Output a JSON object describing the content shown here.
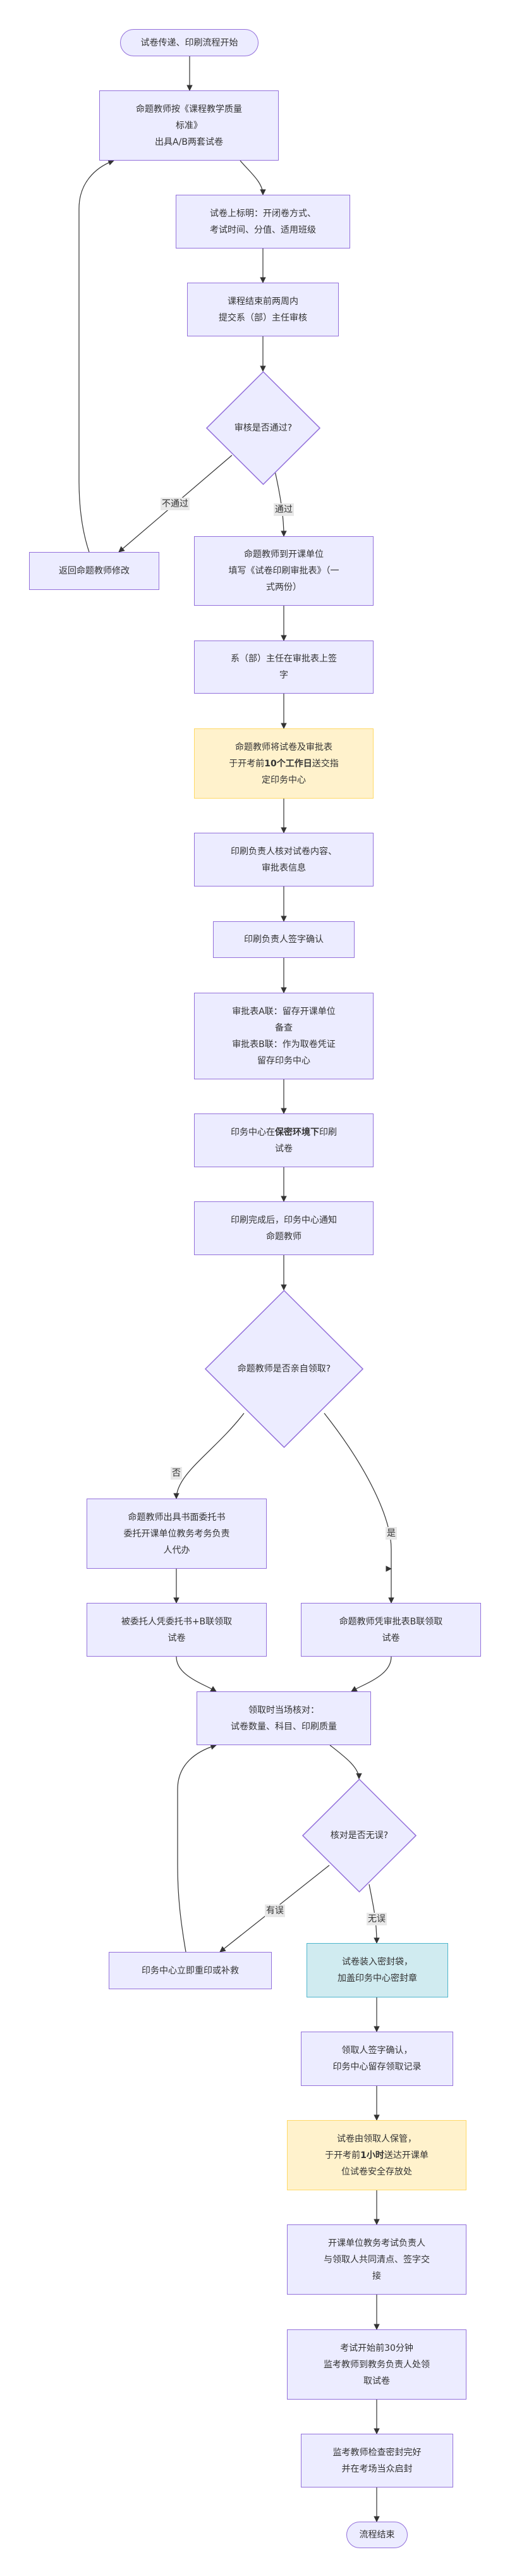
{
  "colors": {
    "node_fill": "#ececff",
    "node_border": "#9370db",
    "highlight_fill": "#fff2cc",
    "highlight_border": "#ffd966",
    "seal_fill": "#d0ebf0",
    "seal_border": "#4fb6cc",
    "edge": "#333333",
    "label_bg": "#e8e8e8"
  },
  "nodes": {
    "start": {
      "lines": [
        "试卷传递、印刷流程开始"
      ]
    },
    "a": {
      "lines": [
        "命题教师按《课程教学质量",
        "标准》",
        "出具A/B两套试卷"
      ]
    },
    "b": {
      "lines": [
        "试卷上标明：开闭卷方式、",
        "考试时间、分值、适用班级"
      ]
    },
    "c": {
      "lines": [
        "课程结束前两周内",
        "提交系（部）主任审核"
      ]
    },
    "d1": {
      "lines": [
        "审核是否通过?"
      ]
    },
    "ret": {
      "lines": [
        "返回命题教师修改"
      ]
    },
    "d": {
      "lines": [
        "命题教师到开课单位",
        "填写《试卷印刷审批表》（一",
        "式两份）"
      ]
    },
    "e": {
      "lines": [
        "系（部）主任在审批表上签",
        "字"
      ]
    },
    "f": {
      "lines": [
        "命题教师将试卷及审批表",
        {
          "pre": "于开考前",
          "bold": "10个工作日",
          "post": "送交指"
        },
        "定印务中心"
      ]
    },
    "g": {
      "lines": [
        "印刷负责人核对试卷内容、",
        "审批表信息"
      ]
    },
    "h": {
      "lines": [
        "印刷负责人签字确认"
      ]
    },
    "i": {
      "lines": [
        "审批表A联：留存开课单位",
        "备查",
        "审批表B联：作为取卷凭证",
        "留存印务中心"
      ]
    },
    "j": {
      "lines": [
        {
          "pre": "印务中心在",
          "bold": "保密环境下",
          "post": "印刷"
        },
        "试卷"
      ]
    },
    "k": {
      "lines": [
        "印刷完成后，印务中心通知",
        "命题教师"
      ]
    },
    "d2": {
      "lines": [
        "命题教师是否亲自领取?"
      ]
    },
    "l": {
      "lines": [
        "命题教师出具书面委托书",
        "委托开课单位教务考务负责",
        "人代办"
      ]
    },
    "m": {
      "lines": [
        "被委托人凭委托书+B联领取",
        "试卷"
      ]
    },
    "n": {
      "lines": [
        "命题教师凭审批表B联领取",
        "试卷"
      ]
    },
    "o": {
      "lines": [
        "领取时当场核对：",
        "试卷数量、科目、印刷质量"
      ]
    },
    "d3": {
      "lines": [
        "核对是否无误?"
      ]
    },
    "p": {
      "lines": [
        "印务中心立即重印或补救"
      ]
    },
    "q": {
      "lines": [
        "试卷装入密封袋，",
        "加盖印务中心密封章"
      ]
    },
    "r": {
      "lines": [
        "领取人签字确认，",
        "印务中心留存领取记录"
      ]
    },
    "s": {
      "lines": [
        "试卷由领取人保管，",
        {
          "pre": "于开考前",
          "bold": "1小时",
          "post": "送达开课单"
        },
        "位试卷安全存放处"
      ]
    },
    "t": {
      "lines": [
        "开课单位教务考试负责人",
        "与领取人共同清点、签字交",
        "接"
      ]
    },
    "u": {
      "lines": [
        "考试开始前30分钟",
        "监考教师到教务负责人处领",
        "取试卷"
      ]
    },
    "v": {
      "lines": [
        "监考教师检查密封完好",
        "并在考场当众启封"
      ]
    },
    "end": {
      "lines": [
        "流程结束"
      ]
    }
  },
  "edge_labels": {
    "fail": "不通过",
    "pass": "通过",
    "no": "否",
    "yes": "是",
    "error": "有误",
    "ok": "无误"
  }
}
